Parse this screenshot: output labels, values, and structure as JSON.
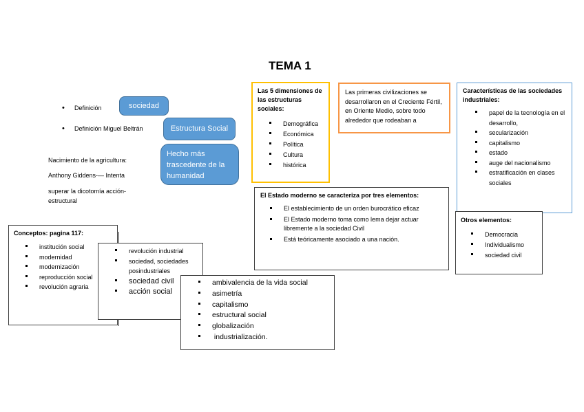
{
  "title": "TEMA 1",
  "definitions": [
    {
      "label": "Definición",
      "term": "sociedad"
    },
    {
      "label": "Definición Miguel Beltrán",
      "term": "Estructura Social"
    }
  ],
  "highlight_box": "Hecho más trascedente de la humanidad",
  "notes": [
    "Nacimiento de la agricultura:",
    "Anthony Giddens-— Intenta",
    "superar la dicotomía acción-",
    "estructural"
  ],
  "dimensions": {
    "heading": "Las 5 dimensiones de las estructuras sociales:",
    "items": [
      "Demográfica",
      "Económica",
      "Política",
      "Cultura",
      "histórica"
    ]
  },
  "civilizations": {
    "text": "Las primeras civilizaciones se desarrollaron en el Creciente Fértil, en Oriente Medio, sobre todo alrededor que rodeaban a"
  },
  "industrial": {
    "heading": "Características de las sociedades industriales:",
    "items": [
      "papel de la tecnología en el desarrollo,",
      "secularización",
      "capitalismo",
      "estado",
      "auge del nacionalismo",
      "estratificación en clases sociales"
    ]
  },
  "other_elements": {
    "heading": "Otros elementos:",
    "items": [
      "Democracia",
      "Individualismo",
      "sociedad civil"
    ]
  },
  "modern_state": {
    "heading": "El Estado moderno se caracteriza por tres elementos:",
    "items": [
      "El establecimiento de un orden burocrático eficaz",
      "El Estado moderno toma como lema dejar actuar libremente a la sociedad Civil",
      "Está teóricamente asociado a una nación."
    ]
  },
  "concepts": {
    "heading": "Conceptos: pagina 117:",
    "items": [
      "institución social",
      "modernidad",
      "modernización",
      "reproducción social",
      "revolución agraria"
    ]
  },
  "concepts2": {
    "items_small": [
      "revolución industrial",
      "sociedad, sociedades posindustriales"
    ],
    "items_large": [
      "sociedad civil",
      "acción social"
    ]
  },
  "concepts3": {
    "items": [
      "ambivalencia de la vida social",
      "asimetría",
      "capitalismo",
      "estructural social",
      "globalización",
      " industrialización."
    ]
  }
}
